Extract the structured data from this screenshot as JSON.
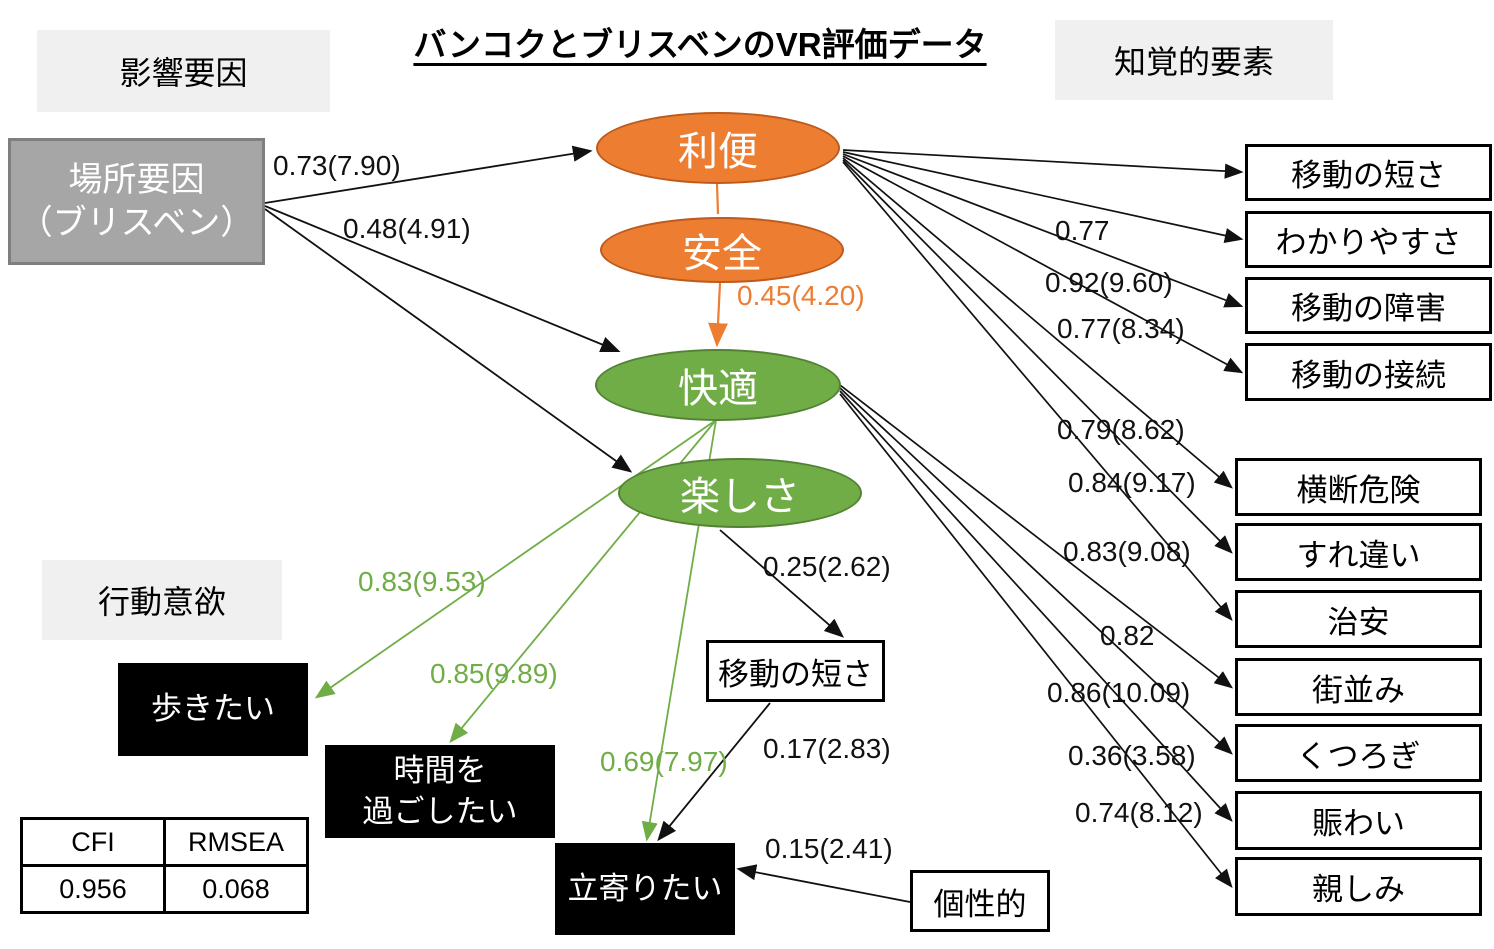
{
  "title": "バンコクとブリスベンのVR評価データ",
  "labels": {
    "influence": "影響要因",
    "perceptual": "知覚的要素",
    "behavior": "行動意欲"
  },
  "place_factor": {
    "line1": "場所要因",
    "line2": "（ブリスベン）"
  },
  "latents": {
    "convenience": "利便",
    "safety": "安全",
    "comfort": "快適",
    "fun": "楽しさ"
  },
  "indicators": [
    "移動の短さ",
    "わかりやすさ",
    "移動の障害",
    "移動の接続",
    "横断危険",
    "すれ違い",
    "治安",
    "街並み",
    "くつろぎ",
    "賑わい",
    "親しみ"
  ],
  "behavior_boxes": {
    "walk": "歩きたい",
    "spend_line1": "時間を",
    "spend_line2": "過ごしたい",
    "stop": "立寄りたい"
  },
  "observed": {
    "travel_short": "移動の短さ",
    "unique": "個性的"
  },
  "coefficients": {
    "place_to_convenience": "0.73(7.90)",
    "place_to_comfort": "0.48(4.91)",
    "safety_to_comfort": "0.45(4.20)",
    "conv_clarity": "0.77",
    "conv_obstacle": "0.92(9.60)",
    "conv_connection": "0.77(8.34)",
    "conv_crossing": "0.79(8.62)",
    "conv_passing": "0.84(9.17)",
    "conv_security": "0.83(9.08)",
    "comfort_townscape": "0.82",
    "comfort_relax": "0.86(10.09)",
    "comfort_bustle": "0.36(3.58)",
    "comfort_friendly": "0.74(8.12)",
    "comfort_walk": "0.83(9.53)",
    "comfort_spend": "0.85(9.89)",
    "comfort_stop": "0.69(7.97)",
    "fun_travel": "0.25(2.62)",
    "travel_stop": "0.17(2.83)",
    "unique_stop": "0.15(2.41)"
  },
  "fit": {
    "col1": "CFI",
    "col2": "RMSEA",
    "val1": "0.956",
    "val2": "0.068"
  },
  "colors": {
    "orange": "#ED7D31",
    "green": "#70AD47",
    "gray": "#A6A6A6",
    "black": "#000000"
  }
}
